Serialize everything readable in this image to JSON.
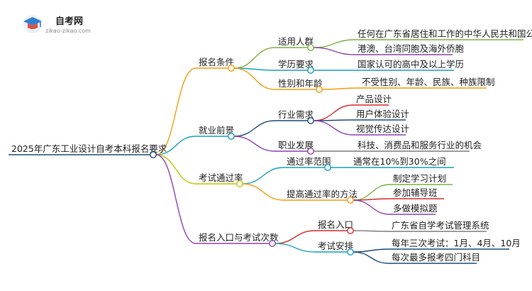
{
  "logo": {
    "name": "自考网",
    "url": "zikao-zikao.com"
  },
  "root": "2025年广东工业设计自考本科报名要求",
  "branches": [
    {
      "label": "报名条件",
      "color": "#f39c12",
      "children": [
        {
          "label": "适用人群",
          "color": "#7cb342",
          "leaves": [
            {
              "label": "任何在广东省居住和工作的中华人民共和国公民",
              "color": "#7cb342"
            },
            {
              "label": "港澳、台湾同胞及海外侨胞",
              "color": "#8e44ad"
            }
          ]
        },
        {
          "label": "学历要求",
          "color": "#17a2b8",
          "leaves": [
            {
              "label": "国家认可的高中及以上学历",
              "color": "#17a2b8"
            }
          ]
        },
        {
          "label": "性别和年龄",
          "color": "#f39c12",
          "leaves": [
            {
              "label": "不受性别、年龄、民族、种族限制",
              "color": "#f39c12"
            }
          ]
        }
      ]
    },
    {
      "label": "就业前景",
      "color": "#17a2b8",
      "children": [
        {
          "label": "行业需求",
          "color": "#1f4e79",
          "leaves": [
            {
              "label": "产品设计",
              "color": "#d32f2f"
            },
            {
              "label": "用户体验设计",
              "color": "#1f4e79"
            },
            {
              "label": "视觉传达设计",
              "color": "#8e44ad"
            }
          ]
        },
        {
          "label": "职业发展",
          "color": "#8e44ad",
          "leaves": [
            {
              "label": "科技、消费品和服务行业的机会",
              "color": "#7f7f7f"
            }
          ]
        }
      ]
    },
    {
      "label": "考试通过率",
      "color": "#c6c600",
      "children": [
        {
          "label": "通过率范围",
          "color": "#17a2b8",
          "leaves": [
            {
              "label": "通常在10%到30%之间",
              "color": "#17a2b8"
            }
          ]
        },
        {
          "label": "提高通过率的方法",
          "color": "#f39c12",
          "leaves": [
            {
              "label": "制定学习计划",
              "color": "#7cb342"
            },
            {
              "label": "参加辅导班",
              "color": "#d32f2f"
            },
            {
              "label": "多做模拟题",
              "color": "#8e44ad"
            }
          ]
        }
      ]
    },
    {
      "label": "报名入口与考试次数",
      "color": "#8e44ad",
      "children": [
        {
          "label": "报名入口",
          "color": "#d32f2f",
          "leaves": [
            {
              "label": "广东省自学考试管理系统",
              "color": "#7f7f7f"
            }
          ]
        },
        {
          "label": "考试安排",
          "color": "#17a2b8",
          "leaves": [
            {
              "label": "每年三次考试：1月、4月、10月",
              "color": "#1f4e79"
            },
            {
              "label": "每次最多报考四门科目",
              "color": "#1f4e79"
            }
          ]
        }
      ]
    }
  ]
}
